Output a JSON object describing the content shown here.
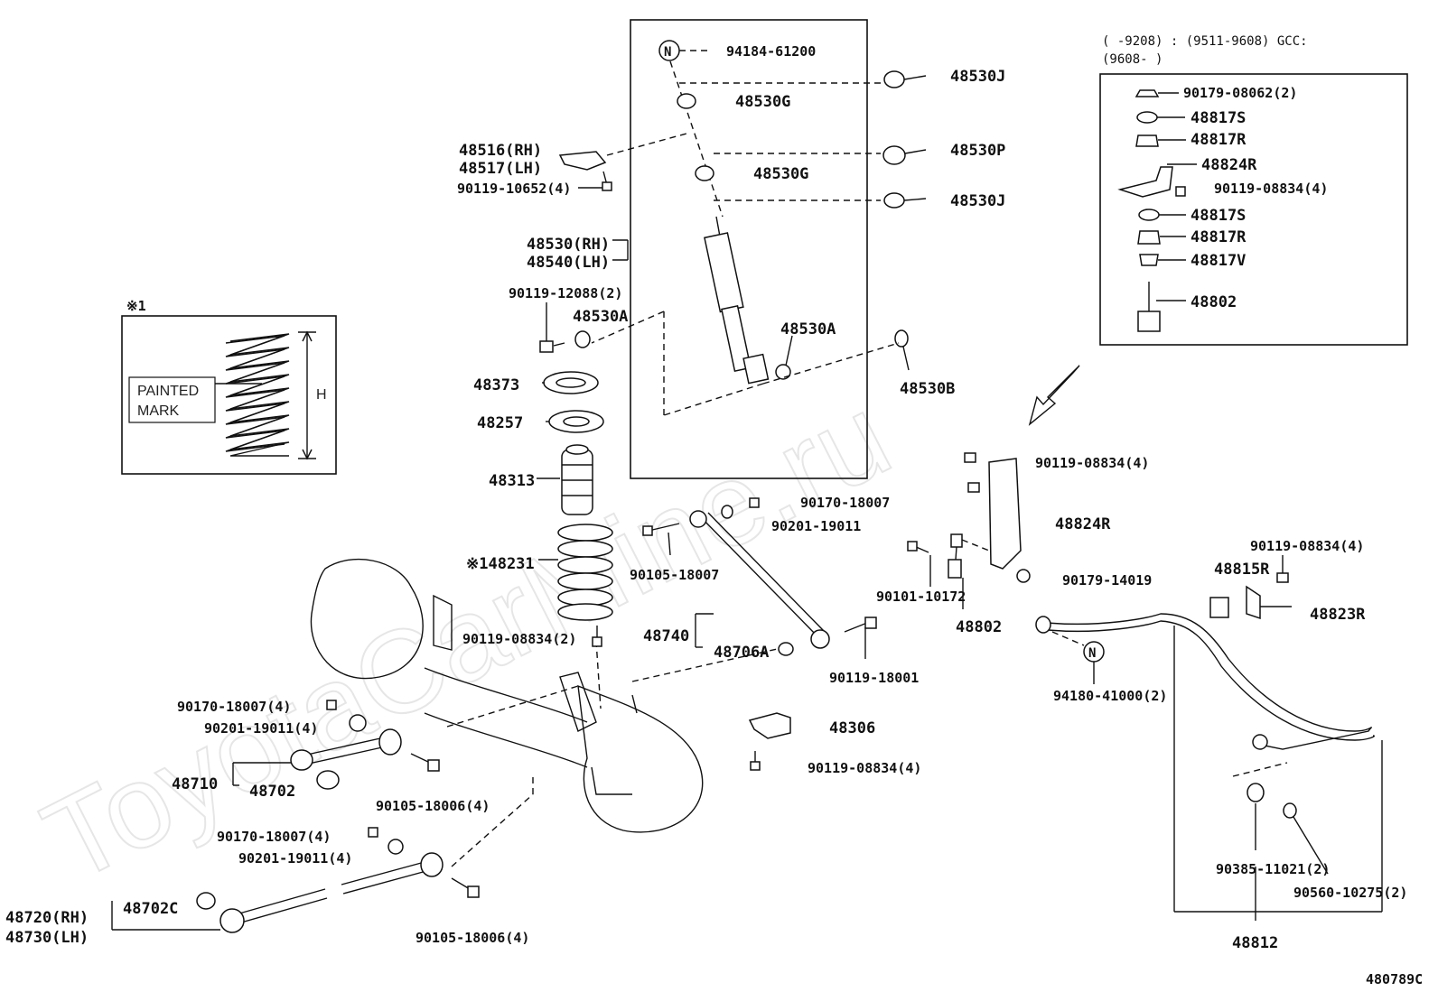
{
  "diagram_code": "480789C",
  "watermark": "ToyotaCarMine.ru",
  "inset_note": {
    "marker": "※1",
    "painted_mark_line1": "PAINTED",
    "painted_mark_line2": "MARK",
    "height_label": "H"
  },
  "applicability": {
    "line1": "(      -9208) : (9511-9608) GCC:",
    "line2": "(9608-      )"
  },
  "parts": {
    "p94184": "94184-61200",
    "p48530J_top": "48530J",
    "p48530G_1": "48530G",
    "p48516": "48516(RH)",
    "p48517": "48517(LH)",
    "p90119_10652": "90119-10652(4)",
    "p48530P": "48530P",
    "p48530G_2": "48530G",
    "p48530J_bot": "48530J",
    "p48530": "48530(RH)",
    "p48540": "48540(LH)",
    "p90119_12088": "90119-12088(2)",
    "p48530A_left": "48530A",
    "p48530A_right": "48530A",
    "p48530B": "48530B",
    "p48373": "48373",
    "p48257": "48257",
    "p48313": "48313",
    "p48231": "※148231",
    "p90119_08834_2": "90119-08834(2)",
    "p90170_18007_a": "90170-18007",
    "p90201_19011_a": "90201-19011",
    "p90105_18007": "90105-18007",
    "p48740": "48740",
    "p48706A": "48706A",
    "p90119_18001": "90119-18001",
    "p48306": "48306",
    "p90119_08834_4c": "90119-08834(4)",
    "p90170_18007_4a": "90170-18007(4)",
    "p90201_19011_4a": "90201-19011(4)",
    "p48710": "48710",
    "p48702": "48702",
    "p90105_18006_a": "90105-18006(4)",
    "p90170_18007_4b": "90170-18007(4)",
    "p90201_19011_4b": "90201-19011(4)",
    "p48720": "48720(RH)",
    "p48730": "48730(LH)",
    "p48702C": "48702C",
    "p90105_18006_b": "90105-18006(4)",
    "p90119_08834_4a": "90119-08834(4)",
    "p48824R": "48824R",
    "p90101_10172": "90101-10172",
    "p90179_14019": "90179-14019",
    "p48802": "48802",
    "p48815R": "48815R",
    "p90119_08834_4b": "90119-08834(4)",
    "p48823R": "48823R",
    "p94180": "94180-41000(2)",
    "p90385": "90385-11021(2)",
    "p90560": "90560-10275(2)",
    "p48812": "48812"
  },
  "inset_parts": {
    "i90179": "90179-08062(2)",
    "i48817S_1": "48817S",
    "i48817R_1": "48817R",
    "i48824R": "48824R",
    "i90119": "90119-08834(4)",
    "i48817S_2": "48817S",
    "i48817R_2": "48817R",
    "i48817V": "48817V",
    "i48802": "48802"
  }
}
